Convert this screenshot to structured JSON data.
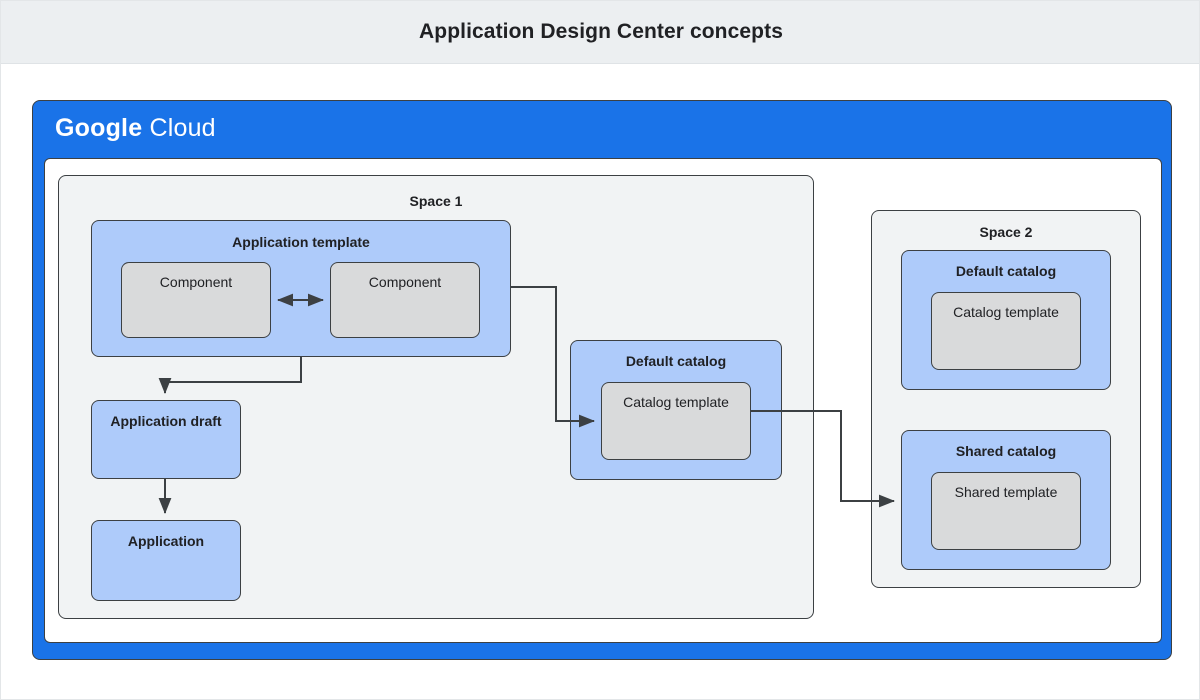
{
  "header": {
    "title": "Application Design Center concepts"
  },
  "cloud": {
    "brand_primary": "Google",
    "brand_secondary": "Cloud",
    "frame_color": "#1a73e8"
  },
  "palette": {
    "blue_box": "#aecbfa",
    "gray_box": "#d9dadb",
    "panel": "#f1f3f4",
    "border": "#3c4043",
    "header_bg": "#eceff1",
    "text": "#202124"
  },
  "space1": {
    "label": "Space 1",
    "application_template": {
      "title": "Application template",
      "components": [
        {
          "label": "Component"
        },
        {
          "label": "Component"
        }
      ]
    },
    "application_draft": {
      "label": "Application draft"
    },
    "application": {
      "label": "Application"
    },
    "default_catalog": {
      "title": "Default catalog",
      "template": {
        "label": "Catalog template"
      }
    }
  },
  "space2": {
    "label": "Space 2",
    "default_catalog": {
      "title": "Default catalog",
      "template": {
        "label": "Catalog template"
      }
    },
    "shared_catalog": {
      "title": "Shared catalog",
      "template": {
        "label": "Shared template"
      }
    }
  },
  "connections": [
    {
      "from": "component-left",
      "to": "component-right",
      "type": "bidirectional"
    },
    {
      "from": "application-template",
      "to": "application-draft",
      "type": "arrow"
    },
    {
      "from": "application-draft",
      "to": "application",
      "type": "arrow"
    },
    {
      "from": "application-template",
      "to": "space1-catalog-template",
      "type": "arrow"
    },
    {
      "from": "space1-catalog-template",
      "to": "space2-shared-catalog",
      "type": "arrow"
    }
  ]
}
